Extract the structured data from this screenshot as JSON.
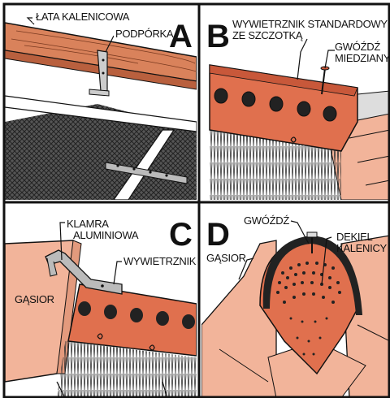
{
  "panels": [
    {
      "letter": "A",
      "labels": {
        "ridge_batten": "ŁATA KALENICOWA",
        "bracket": "PODPÓRKA"
      }
    },
    {
      "letter": "B",
      "labels": {
        "vent_line1": "WYWIETRZNIK STANDARDOWY",
        "vent_line2": "ZE SZCZOTKĄ",
        "nail_line1": "GWÓŹDŹ",
        "nail_line2": "MIEDZIANY"
      }
    },
    {
      "letter": "C",
      "labels": {
        "clip_line1": "KLAMRA",
        "clip_line2": "ALUMINIOWA",
        "vent": "WYWIETRZNIK",
        "ridge_tile": "GĄSIOR"
      }
    },
    {
      "letter": "D",
      "labels": {
        "nail": "GWÓŹDŹ",
        "ridge_tile": "GĄSIOR",
        "cap_line1": "DEKIEL",
        "cap_line2": "KALENICY"
      }
    }
  ],
  "colors": {
    "wood": "#d9825b",
    "terracotta": "#e0704e",
    "tile": "#f2b49a",
    "frame": "#111111"
  }
}
